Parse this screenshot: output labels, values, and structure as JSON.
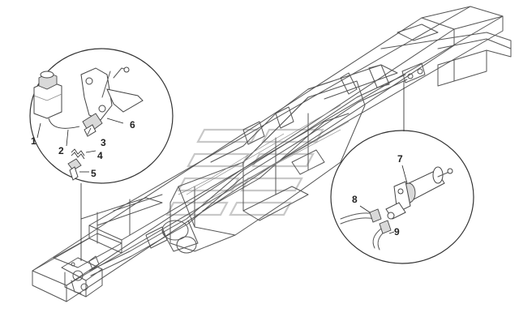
{
  "diagram": {
    "callouts": [
      "1",
      "2",
      "3",
      "4",
      "5",
      "6",
      "7",
      "8",
      "9"
    ]
  },
  "colors": {
    "line": "#555555",
    "detail_line": "#888888",
    "leader": "#222222",
    "watermark": "#c8c8c8",
    "background": "#ffffff"
  }
}
